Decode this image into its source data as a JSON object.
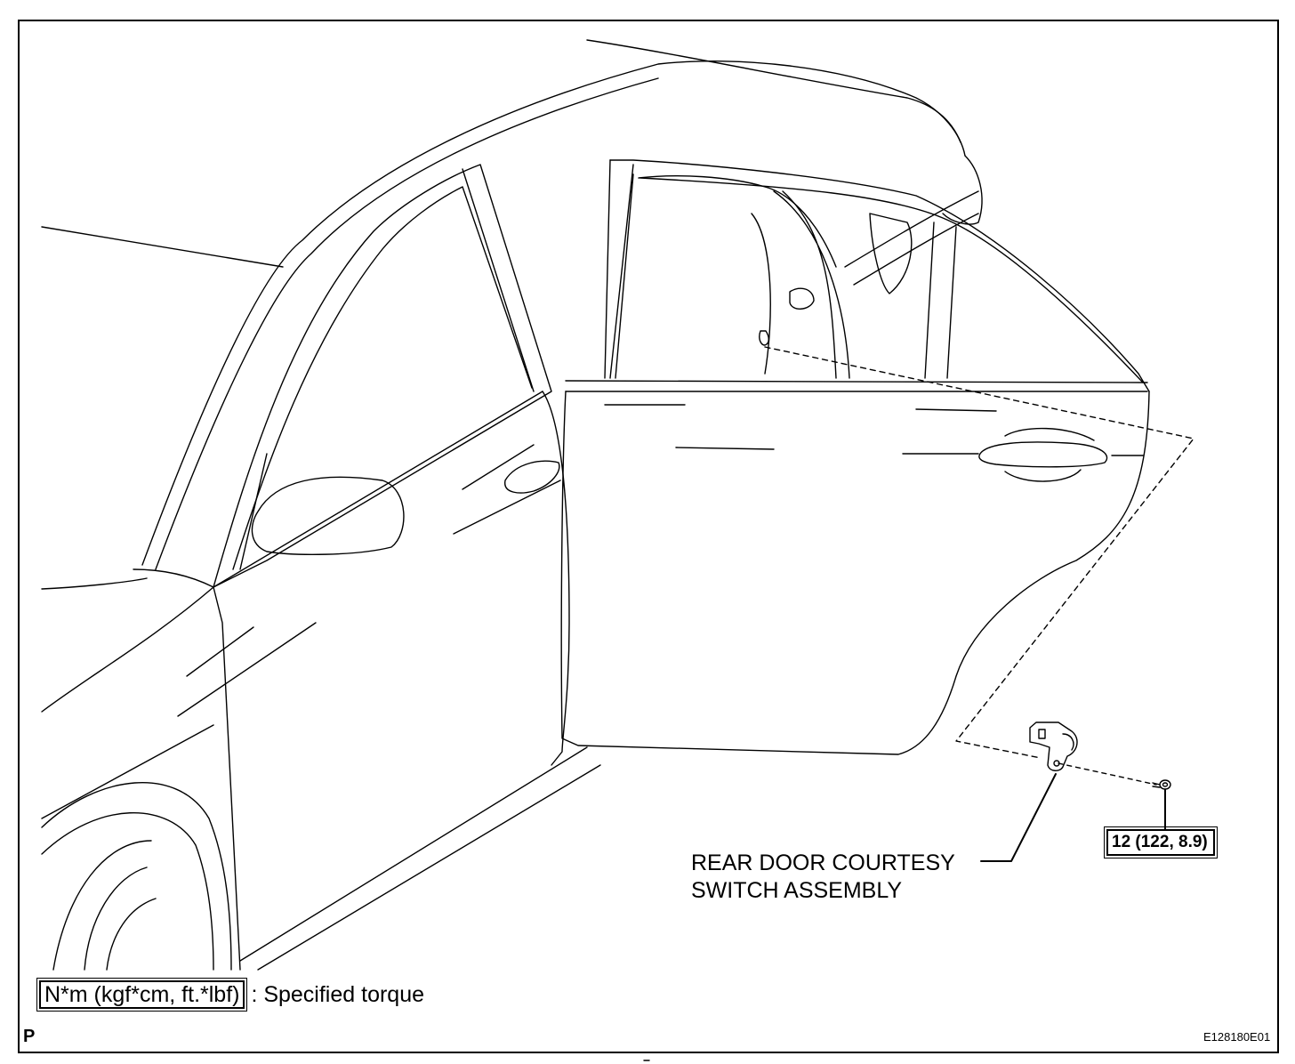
{
  "part_label_line1": "REAR DOOR COURTESY",
  "part_label_line2": "SWITCH ASSEMBLY",
  "torque_value": "12 (122, 8.9)",
  "legend_units": "N*m (kgf*cm, ft.*lbf)",
  "legend_text": ": Specified torque",
  "corner_letter": "P",
  "figure_id": "E128180E01"
}
